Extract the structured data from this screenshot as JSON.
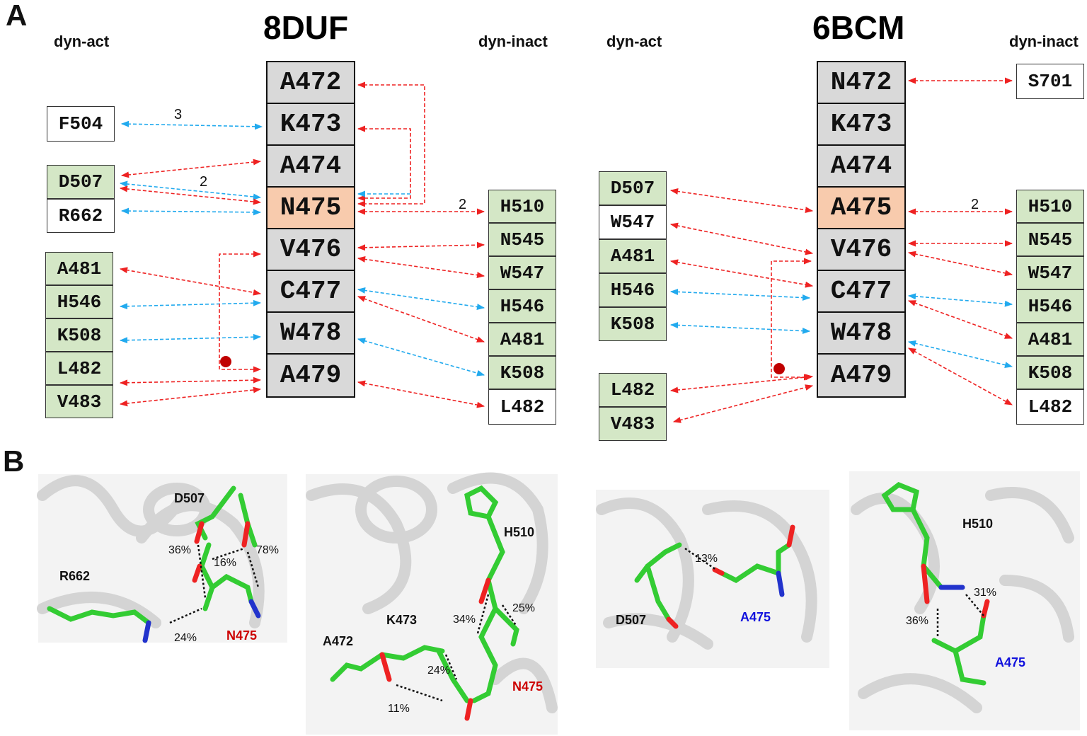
{
  "panelA": {
    "letter": "A",
    "left_title": "8DUF",
    "right_title": "6BCM",
    "dyn_act": "dyn-act",
    "dyn_inact": "dyn-inact"
  },
  "panelB": {
    "letter": "B"
  },
  "left_stack": [
    "A472",
    "K473",
    "A474",
    "N475",
    "V476",
    "C477",
    "W478",
    "A479"
  ],
  "right_stack": [
    "N472",
    "K473",
    "A474",
    "A475",
    "V476",
    "C477",
    "W478",
    "A479"
  ],
  "left_act": {
    "F504": "F504",
    "D507": "D507",
    "R662": "R662",
    "A481": "A481",
    "H546": "H546",
    "K508": "K508",
    "L482": "L482",
    "V483": "V483"
  },
  "left_inact": [
    "H510",
    "N545",
    "W547",
    "H546",
    "A481",
    "K508",
    "L482"
  ],
  "right_act": {
    "D507": "D507",
    "W547": "W547",
    "A481": "A481",
    "H546": "H546",
    "K508": "K508",
    "L482": "L482",
    "V483": "V483"
  },
  "right_inact": {
    "S701": "S701",
    "list": [
      "H510",
      "N545",
      "W547",
      "H546",
      "A481",
      "K508",
      "L482"
    ]
  },
  "edge_counts": {
    "f504": "3",
    "d507": "2",
    "h510_left": "2",
    "h510_right": "2"
  },
  "colors": {
    "grey_residue": "#d9d9d9",
    "highlight_residue": "#f8cbad",
    "green_box": "#d4e7c6",
    "red_arrow": "#ee2222",
    "blue_arrow": "#22aaee",
    "dot": "#c00000"
  },
  "structures": [
    {
      "labels": {
        "d507": "D507",
        "r662": "R662",
        "n475": "N475"
      },
      "pcts": {
        "p36": "36%",
        "p16": "16%",
        "p78": "78%",
        "p24": "24%"
      }
    },
    {
      "labels": {
        "h510": "H510",
        "k473": "K473",
        "a472": "A472",
        "n475": "N475"
      },
      "pcts": {
        "p34": "34%",
        "p25": "25%",
        "p24": "24%",
        "p11": "11%"
      }
    },
    {
      "labels": {
        "d507": "D507",
        "a475": "A475"
      },
      "pcts": {
        "p13": "13%"
      }
    },
    {
      "labels": {
        "h510": "H510",
        "a475": "A475"
      },
      "pcts": {
        "p31": "31%",
        "p36": "36%"
      }
    }
  ]
}
